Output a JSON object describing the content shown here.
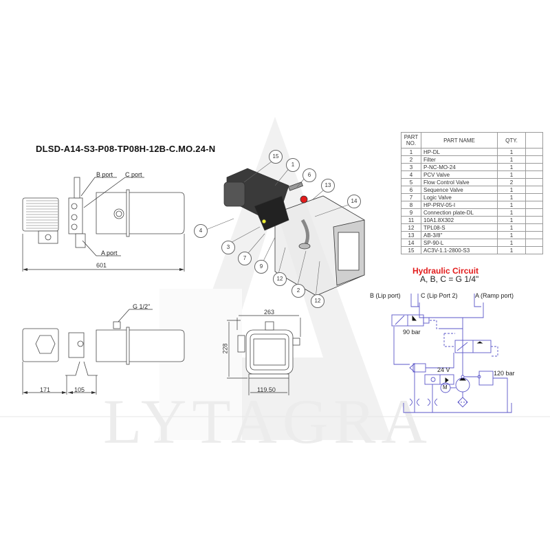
{
  "drawing": {
    "model_code": "DLSD-A14-S3-P08-TP08H-12B-C.MO.24-N",
    "watermark": "LYTAGRA"
  },
  "top_view": {
    "labels": {
      "b_port": "B port",
      "c_port": "C port",
      "a_port": "A port"
    },
    "dimensions": {
      "overall_length": "601"
    }
  },
  "side_view": {
    "labels": {
      "filler": "G 1/2\""
    },
    "dimensions": {
      "motor_offset": "171",
      "mount_spacing": "105"
    }
  },
  "end_view": {
    "dimensions": {
      "width": "263",
      "height": "228",
      "base_width": "119.50"
    }
  },
  "iso_view": {
    "callouts": [
      "15",
      "1",
      "6",
      "13",
      "14",
      "4",
      "3",
      "7",
      "9",
      "12",
      "2",
      "12"
    ]
  },
  "parts_table": {
    "headers": {
      "no_line1": "PART",
      "no_line2": "NO.",
      "name": "PART NAME",
      "qty": "QTY."
    },
    "rows": [
      {
        "no": "1",
        "name": "HP-DL",
        "qty": "1"
      },
      {
        "no": "2",
        "name": "Filter",
        "qty": "1"
      },
      {
        "no": "3",
        "name": "P-NC-MO-24",
        "qty": "1"
      },
      {
        "no": "4",
        "name": "PCV Valve",
        "qty": "1"
      },
      {
        "no": "5",
        "name": "Flow Control Valve",
        "qty": "2"
      },
      {
        "no": "6",
        "name": "Sequence Valve",
        "qty": "1"
      },
      {
        "no": "7",
        "name": "Logic Valve",
        "qty": "1"
      },
      {
        "no": "8",
        "name": "HP-PRV-05-I",
        "qty": "1"
      },
      {
        "no": "9",
        "name": "Connection plate-DL",
        "qty": "1"
      },
      {
        "no": "11",
        "name": "10A1.8X302",
        "qty": "1"
      },
      {
        "no": "12",
        "name": "TPL08-S",
        "qty": "1"
      },
      {
        "no": "13",
        "name": "AB-3/8''",
        "qty": "1"
      },
      {
        "no": "14",
        "name": "SP-90-L",
        "qty": "1"
      },
      {
        "no": "15",
        "name": "AC3V-1.1-2800-S3",
        "qty": "1"
      }
    ]
  },
  "hydraulic_circuit": {
    "title": "Hydraulic Circuit",
    "subtitle": "A, B, C = G 1/4\"",
    "ports": {
      "b": "B (Lip port)",
      "c": "C (Lip Port 2)",
      "a": "A (Ramp port)"
    },
    "values": {
      "sequence": "90 bar",
      "voltage": "24 V",
      "relief": "120 bar",
      "motor": "M"
    },
    "colors": {
      "title": "#e21b1b",
      "lines": "#5a55c8"
    }
  }
}
